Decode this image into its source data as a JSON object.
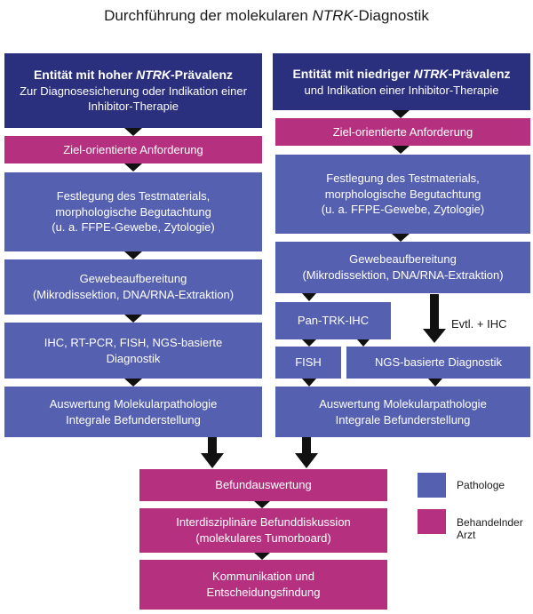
{
  "title": {
    "pre": "Durchführung der molekularen ",
    "italic": "NTRK",
    "post": "-Diagnostik"
  },
  "left": {
    "header": {
      "line1_pre": "Entität mit hoher ",
      "line1_italic": "NTRK",
      "line1_post": "-Prävalenz",
      "line2": "Zur Diagnosesicherung oder Indikation einer",
      "line3": "Inhibitor-Therapie"
    },
    "request": "Ziel-orientierte Anforderung",
    "material": {
      "l1": "Festlegung des Testmaterials,",
      "l2": "morphologische Begutachtung",
      "l3": "(u. a. FFPE-Gewebe, Zytologie)"
    },
    "processing": {
      "l1": "Gewebeaufbereitung",
      "l2": "(Mikrodissektion, DNA/RNA-Extraktion)"
    },
    "diagnostics": {
      "l1": "IHC, RT-PCR, FISH, NGS-basierte",
      "l2": "Diagnostik"
    },
    "evaluation": {
      "l1": "Auswertung Molekularpathologie",
      "l2": "Integrale Befunderstellung"
    }
  },
  "right": {
    "header": {
      "line1_pre": "Entität mit niedriger ",
      "line1_italic": "NTRK",
      "line1_post": "-Prävalenz",
      "line2": "und  Indikation einer Inhibitor-Therapie"
    },
    "request": "Ziel-orientierte Anforderung",
    "material": {
      "l1": "Festlegung des Testmaterials,",
      "l2": "morphologische Begutachtung",
      "l3": "(u. a. FFPE-Gewebe, Zytologie)"
    },
    "processing": {
      "l1": "Gewebeaufbereitung",
      "l2": "(Mikrodissektion, DNA/RNA-Extraktion)"
    },
    "pantrk": "Pan-TRK-IHC",
    "optional_label": "Evtl. + IHC",
    "fish": "FISH",
    "ngs": "NGS-basierte Diagnostik",
    "evaluation": {
      "l1": "Auswertung Molekularpathologie",
      "l2": "Integrale Befunderstellung"
    }
  },
  "common": {
    "befund": "Befundauswertung",
    "discussion": {
      "l1": "Interdisziplinäre Befunddiskussion",
      "l2": "(molekulares Tumorboard)"
    },
    "decision": {
      "l1": "Kommunikation und",
      "l2": "Entscheidungsfindung"
    }
  },
  "legend": [
    {
      "label": "Pathologe",
      "color": "#5560b0"
    },
    {
      "label": "Behandelnder Arzt",
      "color": "#b5317f"
    }
  ],
  "colors": {
    "dark_blue": "#2a2f7e",
    "blue": "#5560b0",
    "magenta": "#b5317f",
    "arrow": "#111111"
  }
}
